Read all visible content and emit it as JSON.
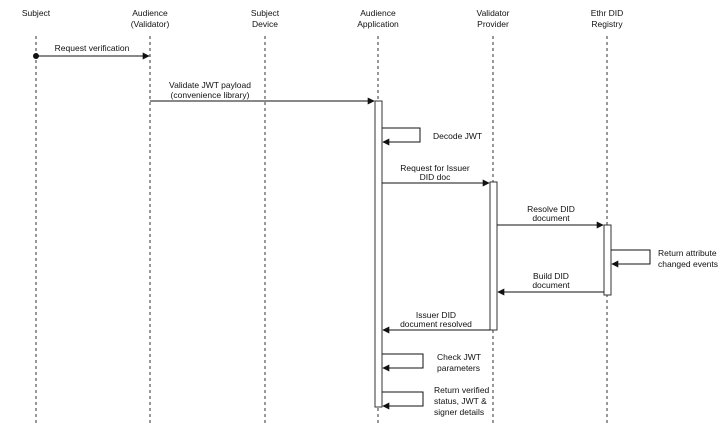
{
  "participants": [
    {
      "id": "subject",
      "line1": "Subject",
      "line2": ""
    },
    {
      "id": "audience",
      "line1": "Audience",
      "line2": "(Validator)"
    },
    {
      "id": "device",
      "line1": "Subject",
      "line2": "Device"
    },
    {
      "id": "app",
      "line1": "Audience",
      "line2": "Application"
    },
    {
      "id": "provider",
      "line1": "Validator",
      "line2": "Provider"
    },
    {
      "id": "registry",
      "line1": "Ethr DID",
      "line2": "Registry"
    }
  ],
  "messages": [
    {
      "id": "m1",
      "lines": [
        "Request verification"
      ]
    },
    {
      "id": "m2",
      "lines": [
        "Validate JWT payload",
        "(convenience library)"
      ]
    },
    {
      "id": "m3",
      "lines": [
        "Decode JWT"
      ]
    },
    {
      "id": "m4",
      "lines": [
        "Request for Issuer",
        "DID doc"
      ]
    },
    {
      "id": "m5",
      "lines": [
        "Resolve DID",
        "document"
      ]
    },
    {
      "id": "m6",
      "lines": [
        "Return attribute",
        "changed events"
      ]
    },
    {
      "id": "m7",
      "lines": [
        "Build DID",
        "document"
      ]
    },
    {
      "id": "m8",
      "lines": [
        "Issuer DID",
        "document resolved"
      ]
    },
    {
      "id": "m9",
      "lines": [
        "Check JWT",
        "parameters"
      ]
    },
    {
      "id": "m10",
      "lines": [
        "Return verified",
        "status, JWT &",
        "signer details"
      ]
    }
  ]
}
